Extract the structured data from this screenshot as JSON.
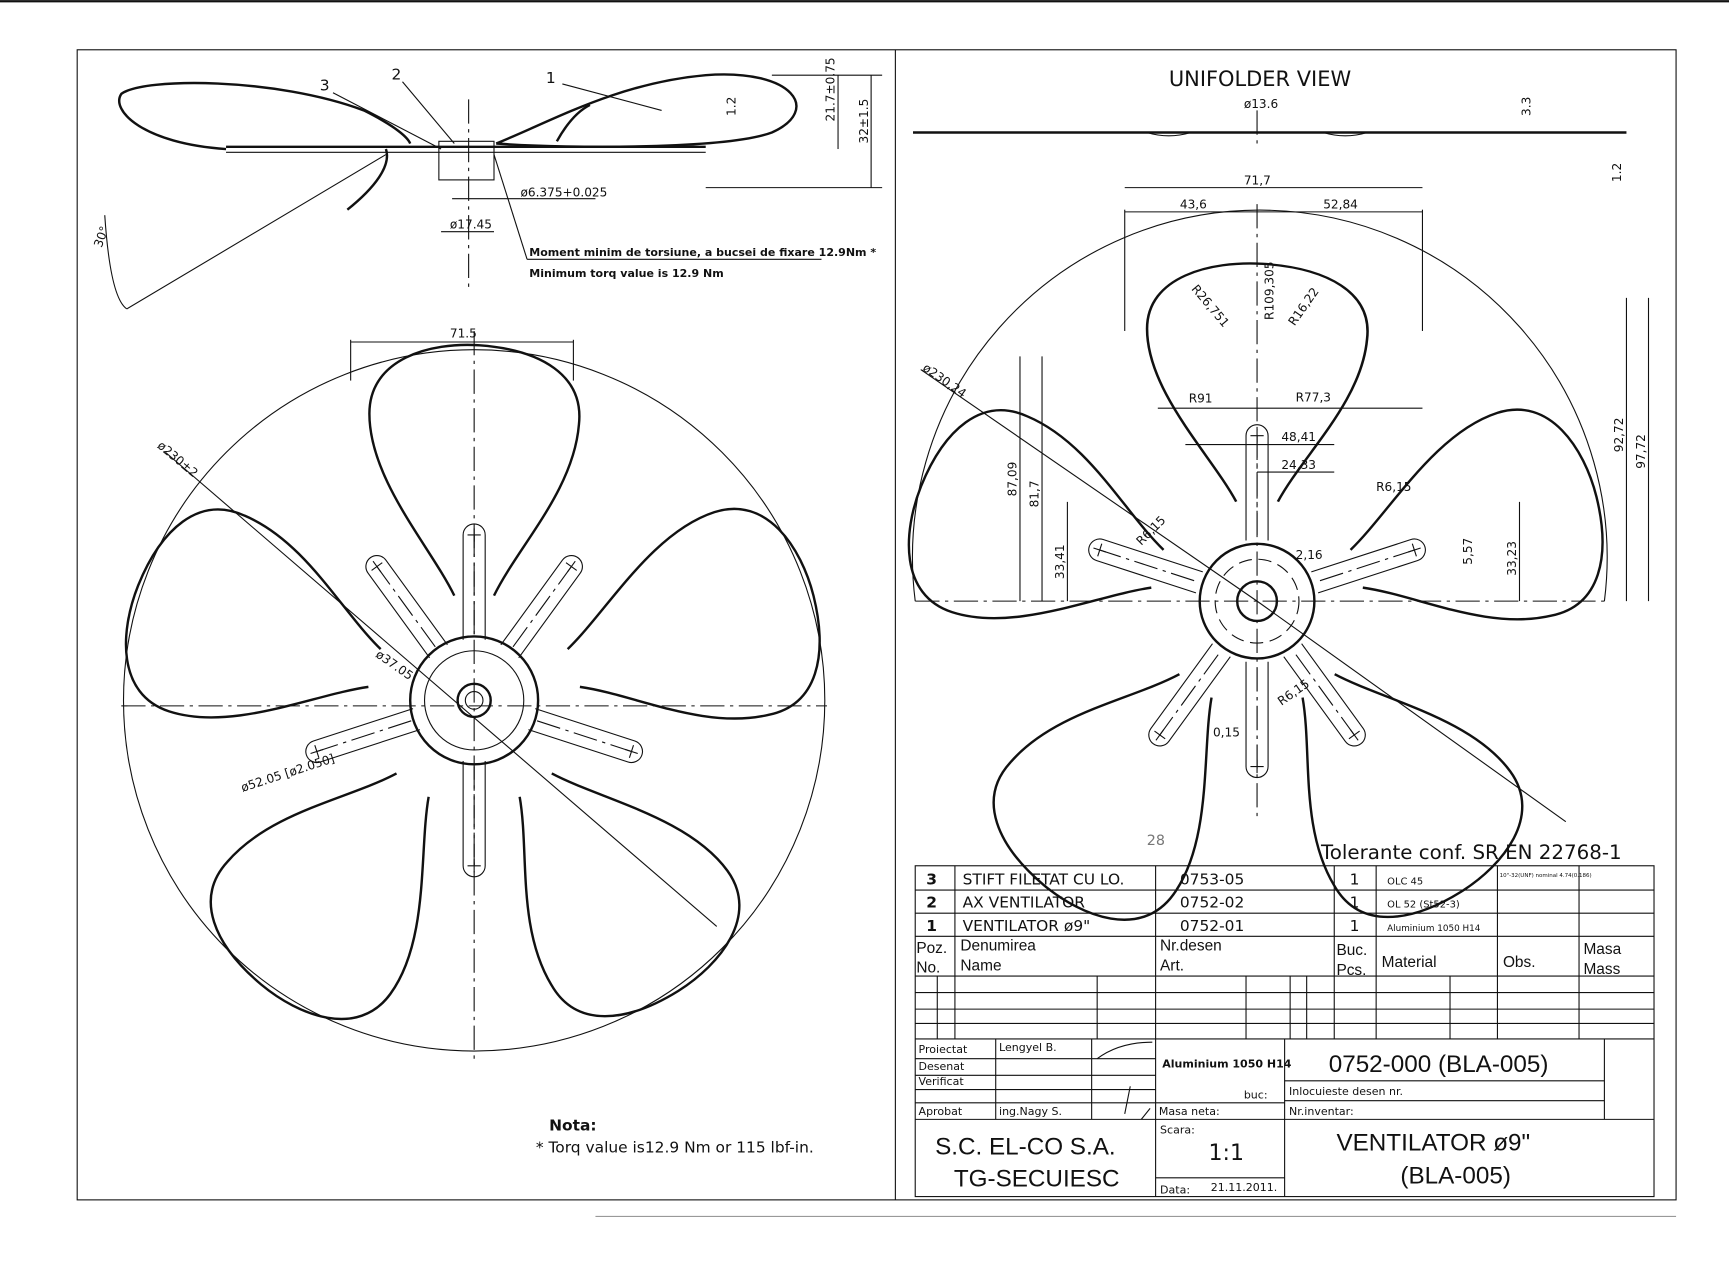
{
  "side_view": {
    "callouts": [
      "3",
      "2",
      "1"
    ],
    "dims": {
      "h1": "21.7±0.75",
      "h2": "32±1.5",
      "t": "1.2",
      "bore": "ø6.375+0.025",
      "hub": "ø17.45",
      "angle": "30°"
    },
    "note_ro": "Moment minim de torsiune, a bucsei de fixare  12.9Nm *",
    "note_en": "Minimum torq value is  12.9 Nm"
  },
  "front_view_left": {
    "dims": {
      "width": "71.5",
      "outer": "ø230±2",
      "inner": "ø37.05",
      "ring": "ø52.05 [ø2.050]"
    }
  },
  "nota": {
    "title": "Nota:",
    "text": "* Torq value is12.9 Nm or 115 lbf-in."
  },
  "unfolded": {
    "title": "UNIFOLDER VIEW",
    "dims": {
      "hub": "ø13.6",
      "h": "3.3",
      "t": "1.2",
      "w": "71,7",
      "w1": "43,6",
      "w2": "52,84",
      "r1": "R26,751",
      "r2": "R109,305",
      "r3": "R16,22",
      "outer": "ø230,24",
      "r4": "R91",
      "r5": "R77,3",
      "w3": "48,41",
      "w4": "24,33",
      "r6a": "R6,15",
      "v1": "87,09",
      "v2": "81,7",
      "v3": "33,41",
      "r6b": "R6,15",
      "s1": "2,16",
      "s2": "5,57",
      "v4": "33,23",
      "v5": "92,72",
      "v6": "97,72",
      "r6c": "R6,15",
      "s3": "0,15"
    }
  },
  "stamp": "28",
  "tolerance": "Tolerante conf. SR EN 22768-1",
  "parts": {
    "rows": [
      {
        "poz": "3",
        "name": "STIFT FILETAT CU LO.",
        "nr": "0753-05",
        "buc": "1",
        "material": "OLC 45",
        "obs": "10\"-32(UNF) nominal 4.74(0.186)",
        "mass": ""
      },
      {
        "poz": "2",
        "name": "AX VENTILATOR",
        "nr": "0752-02",
        "buc": "1",
        "material": "OL 52    (St52-3)",
        "obs": "",
        "mass": ""
      },
      {
        "poz": "1",
        "name": "VENTILATOR ø9\"",
        "nr": "0752-01",
        "buc": "1",
        "material": "Aluminium 1050  H14",
        "obs": "",
        "mass": ""
      }
    ],
    "header": {
      "poz": "Poz.",
      "no": "No.",
      "den": "Denumirea",
      "name": "Name",
      "nr": "Nr.desen",
      "art": "Art.",
      "buc": "Buc.",
      "pcs": "Pcs.",
      "material": "Material",
      "obs": "Obs.",
      "masa": "Masa",
      "mass": "Mass"
    }
  },
  "title_block": {
    "proiectat": "Proiectat",
    "proiectat_name": "Lengyel B.",
    "desenat": "Desenat",
    "verificat": "Verificat",
    "aprobat": "Aprobat",
    "aprobat_name": "ing.Nagy S.",
    "material": "Aluminium 1050 H14",
    "buc": "buc:",
    "masa": "Masa neta:",
    "drawing_no": "0752-000   (BLA-005)",
    "inlocuieste": "Inlocuieste desen nr.",
    "inventar": "Nr.inventar:",
    "company1": "S.C. EL-CO S.A.",
    "company2": "TG-SECUIESC",
    "scara": "Scara:",
    "scale": "1:1",
    "data_label": "Data:",
    "date": "21.11.2011.",
    "title1": "VENTILATOR  ø9\"",
    "title2": "(BLA-005)"
  }
}
